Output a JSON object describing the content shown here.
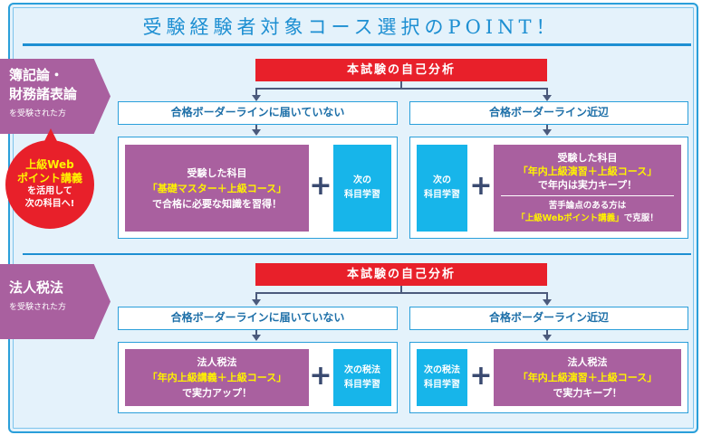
{
  "title": "受験経験者対象コース選択のPOINT！",
  "sections": [
    {
      "tag_main_1": "簿記論・",
      "tag_main_2": "財務諸表論",
      "tag_sub": "を受験された方",
      "callout": {
        "line1": "上級Web",
        "line2": "ポイント講義",
        "line3": "を活用して",
        "line4": "次の科目へ!"
      },
      "analysis": "本試験の自己分析",
      "left_header": "合格ボーダーラインに届いていない",
      "right_header": "合格ボーダーライン近辺",
      "left_main": {
        "l1": "受験した科目",
        "l2": "「基礎マスター＋上級コース」",
        "l3": "で合格に必要な知識を習得！"
      },
      "left_next": {
        "l1": "次の",
        "l2": "科目学習"
      },
      "right_next": {
        "l1": "次の",
        "l2": "科目学習"
      },
      "right_main": {
        "l1": "受験した科目",
        "l2": "「年内上級演習＋上級コース」",
        "l3": "で年内は実力キープ！",
        "l4": "苦手論点のある方は",
        "l5": "「上級Webポイント講義」",
        "l6": "で克服！"
      }
    },
    {
      "tag_main_1": "法人税法",
      "tag_sub": "を受験された方",
      "analysis": "本試験の自己分析",
      "left_header": "合格ボーダーラインに届いていない",
      "right_header": "合格ボーダーライン近辺",
      "left_main": {
        "l1": "法人税法",
        "l2": "「年内上級講義＋上級コース」",
        "l3": "で実力アップ！"
      },
      "left_next": {
        "l1": "次の税法",
        "l2": "科目学習"
      },
      "right_next": {
        "l1": "次の税法",
        "l2": "科目学習"
      },
      "right_main": {
        "l1": "法人税法",
        "l2": "「年内上級演習＋上級コース」",
        "l3": "で実力キープ！"
      }
    }
  ],
  "plus": "+"
}
